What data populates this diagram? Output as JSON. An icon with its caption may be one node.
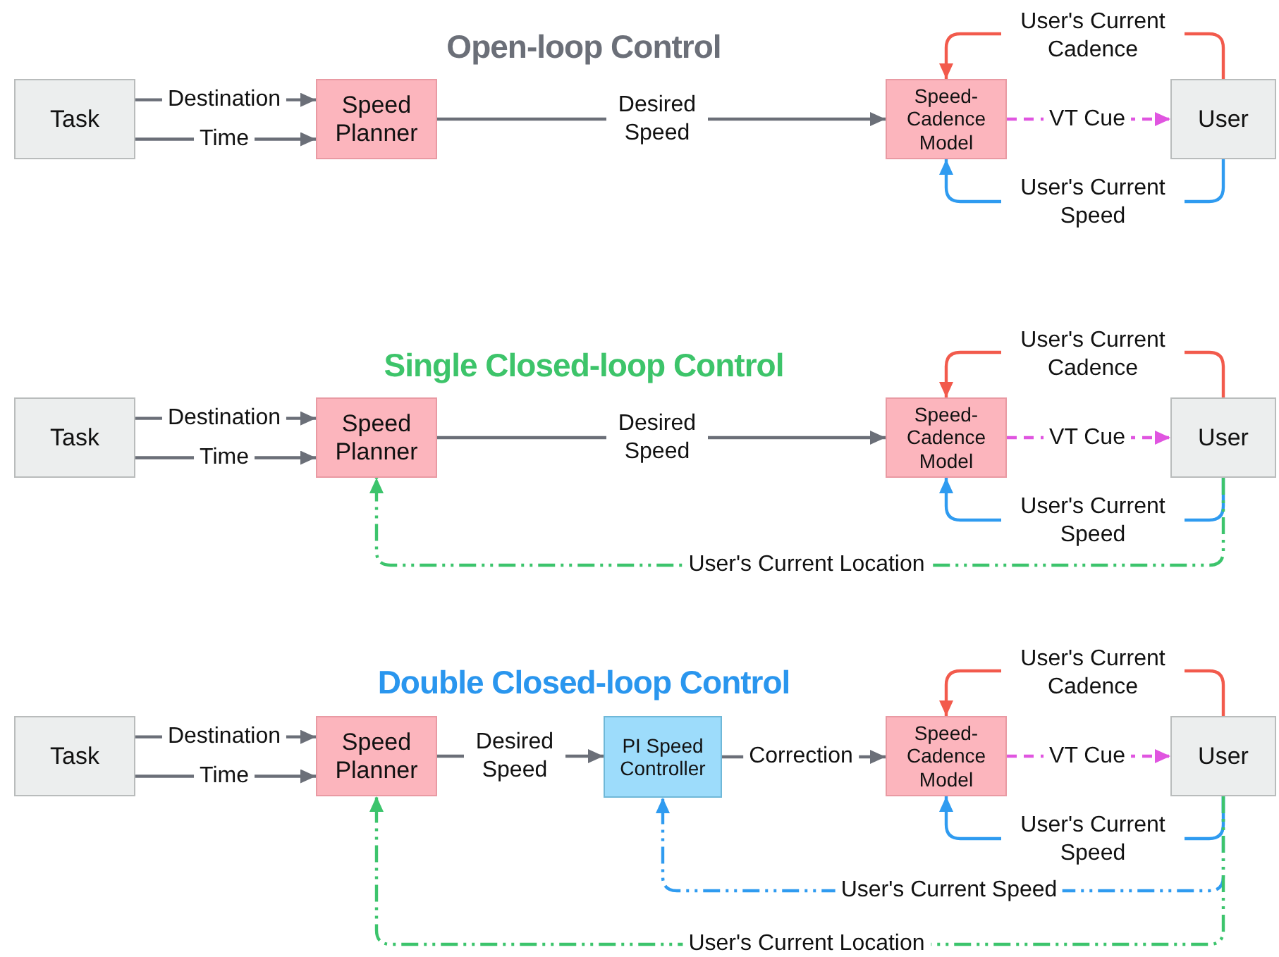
{
  "diagram": {
    "nodes": [
      {
        "text": [
          "Task"
        ]
      },
      {
        "text": [
          "Speed Planner"
        ]
      },
      {
        "text": [
          "Speed-Cadence Model"
        ]
      },
      {
        "text": [
          "User"
        ]
      },
      {
        "text": [
          "Task"
        ]
      },
      {
        "text": [
          "Speed Planner"
        ]
      },
      {
        "text": [
          "Speed-Cadence Model"
        ]
      },
      {
        "text": [
          "User"
        ]
      },
      {
        "text": [
          "Task"
        ]
      },
      {
        "text": [
          "Speed Planner"
        ]
      },
      {
        "text": [
          "PI Speed Controller"
        ]
      },
      {
        "text": [
          "Speed-Cadence Model"
        ]
      },
      {
        "text": [
          "User"
        ]
      }
    ],
    "edges": [
      {
        "from": 0,
        "to": 1,
        "arrow": "to",
        "label": "Destination"
      },
      {
        "from": 0,
        "to": 1,
        "arrow": "to",
        "label": "Time"
      },
      {
        "from": 1,
        "to": 2,
        "arrow": "to",
        "label": "Desired Speed"
      },
      {
        "from": 2,
        "to": 3,
        "arrow": "to",
        "label": "VT Cue",
        "style": "dashed",
        "color": "#e055e0"
      },
      {
        "from": 3,
        "to": 2,
        "arrow": "to",
        "label": "User's Current Cadence",
        "color": "#f25a4c"
      },
      {
        "from": 3,
        "to": 2,
        "arrow": "to",
        "label": "User's Current Speed",
        "color": "#2f9bf0"
      },
      {
        "from": 4,
        "to": 5,
        "arrow": "to",
        "label": "Destination"
      },
      {
        "from": 4,
        "to": 5,
        "arrow": "to",
        "label": "Time"
      },
      {
        "from": 5,
        "to": 6,
        "arrow": "to",
        "label": "Desired Speed"
      },
      {
        "from": 6,
        "to": 7,
        "arrow": "to",
        "label": "VT Cue",
        "style": "dashed",
        "color": "#e055e0"
      },
      {
        "from": 7,
        "to": 6,
        "arrow": "to",
        "label": "User's Current Cadence",
        "color": "#f25a4c"
      },
      {
        "from": 7,
        "to": 6,
        "arrow": "to",
        "label": "User's Current Speed",
        "color": "#2f9bf0"
      },
      {
        "from": 7,
        "to": 5,
        "arrow": "to",
        "label": "User's Current Location",
        "style": "dashed",
        "color": "#3cc46c"
      },
      {
        "from": 8,
        "to": 9,
        "arrow": "to",
        "label": "Destination"
      },
      {
        "from": 8,
        "to": 9,
        "arrow": "to",
        "label": "Time"
      },
      {
        "from": 9,
        "to": 10,
        "arrow": "to",
        "label": "Desired Speed"
      },
      {
        "from": 10,
        "to": 11,
        "arrow": "to",
        "label": "Correction"
      },
      {
        "from": 11,
        "to": 12,
        "arrow": "to",
        "label": "VT Cue",
        "style": "dashed",
        "color": "#e055e0"
      },
      {
        "from": 12,
        "to": 11,
        "arrow": "to",
        "label": "User's Current Cadence",
        "color": "#f25a4c"
      },
      {
        "from": 12,
        "to": 11,
        "arrow": "to",
        "label": "User's Current Speed",
        "color": "#2f9bf0"
      },
      {
        "from": 12,
        "to": 10,
        "arrow": "to",
        "label": "User's Current Speed",
        "style": "dashed",
        "color": "#2f9bf0"
      },
      {
        "from": 12,
        "to": 9,
        "arrow": "to",
        "label": "User's Current Location",
        "style": "dashed",
        "color": "#3cc46c"
      }
    ],
    "labels": [
      "Open-loop Control",
      "Single Closed-loop Control",
      "Double Closed-loop Control"
    ]
  }
}
